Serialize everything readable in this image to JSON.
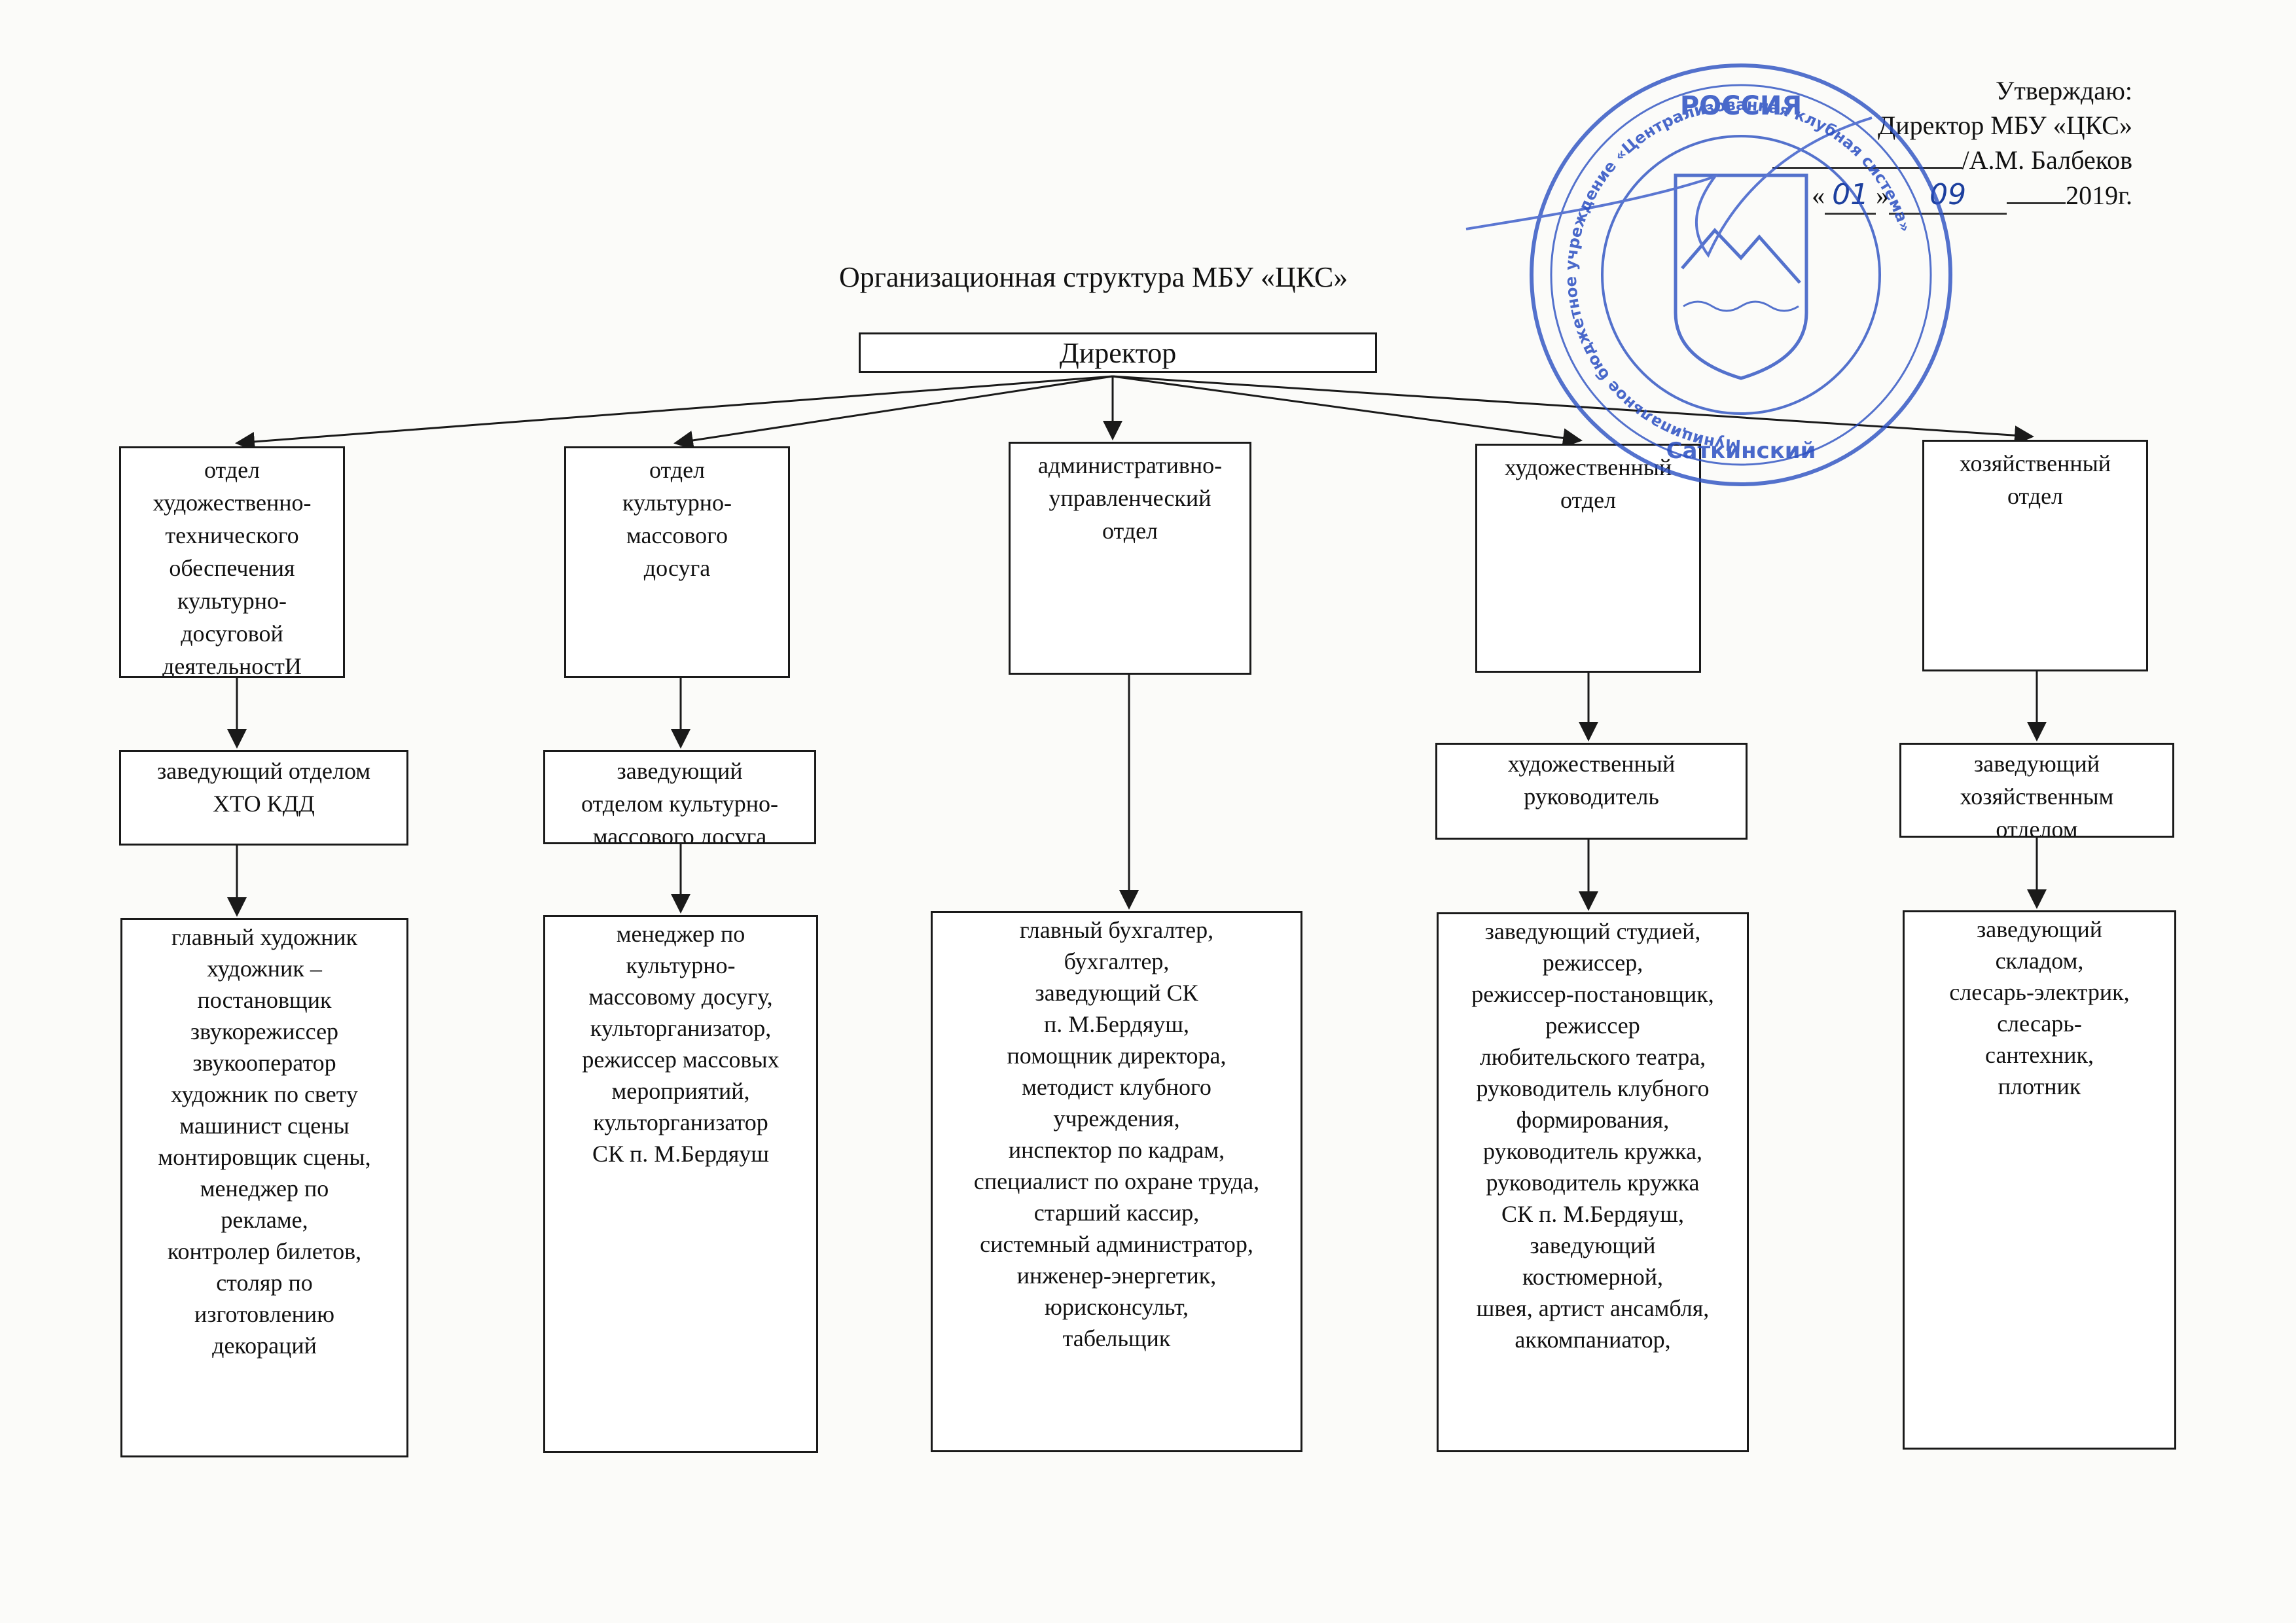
{
  "approval": {
    "heading": "Утверждаю:",
    "position": "Директор МБУ «ЦКС»",
    "signatory": "/А.М. Балбеков",
    "date_open": "«",
    "day": "01",
    "date_mid": "»",
    "month": "09",
    "year": "2019г."
  },
  "stamp": {
    "top_word": "РОССИЯ",
    "ring_text": "Муниципальное бюджетное учреждение «Централизованная клубная система»",
    "bottom_text": "Саткинский",
    "colors": {
      "ink": "#2a4fc2"
    }
  },
  "title": "Организационная структура МБУ «ЦКС»",
  "director": "Директор",
  "departments": [
    {
      "name": "отдел\nхудожественно-\nтехнического\nобеспечения\nкультурно-\nдосуговой\nдеятельностИ",
      "head": "заведующий отделом\nХТО КДД",
      "staff": "главный художник\nхудожник –\nпостановщик\nзвукорежиссер\nзвукооператор\nхудожник по свету\nмашинист сцены\nмонтировщик сцены,\nменеджер по\nрекламе,\nконтролер билетов,\nстоляр по\nизготовлению\nдекораций"
    },
    {
      "name": "отдел\nкультурно-\nмассового\nдосуга",
      "head": "заведующий\nотделом культурно-\nмассового досуга",
      "staff": "менеджер по\nкультурно-\nмассовому досугу,\nкульторганизатор,\nрежиссер массовых\nмероприятий,\nкульторганизатор\nСК п. М.Бердяуш"
    },
    {
      "name": "административно-\nуправленческий\nотдел",
      "head": "",
      "staff": "главный бухгалтер,\nбухгалтер,\nзаведующий СК\nп. М.Бердяуш,\nпомощник директора,\nметодист клубного\nучреждения,\nинспектор по кадрам,\nспециалист по охране труда,\nстарший кассир,\nсистемный администратор,\nинженер-энергетик,\nюрисконсульт,\nтабельщик"
    },
    {
      "name": "художественный\nотдел",
      "head": "художественный\nруководитель",
      "staff": "заведующий студией,\nрежиссер,\nрежиссер-постановщик,\nрежиссер\nлюбительского театра,\nруководитель клубного\nформирования,\nруководитель кружка,\nруководитель кружка\nСК п. М.Бердяуш,\nзаведующий\nкостюмерной,\nшвея, артист ансамбля,\nаккомпаниатор,"
    },
    {
      "name": "хозяйственный\nотдел",
      "head": "заведующий\nхозяйственным\nотделом",
      "staff": "заведующий\nскладом,\nслесарь-электрик,\nслесарь-\nсантехник,\nплотник"
    }
  ]
}
